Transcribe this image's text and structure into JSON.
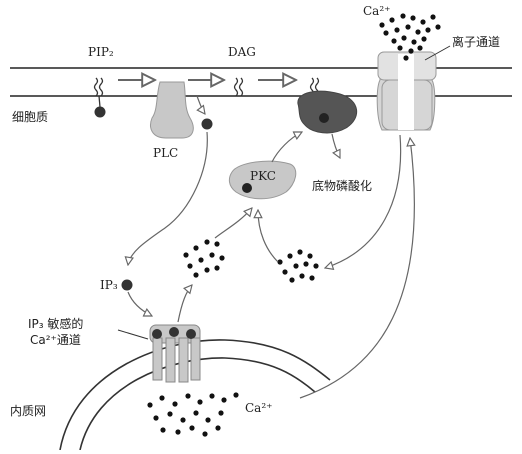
{
  "labels": {
    "pip2": "PIP₂",
    "dag": "DAG",
    "ca_top": "Ca²⁺",
    "ion_channel": "离子通道",
    "cytoplasm": "细胞质",
    "plc": "PLC",
    "pkc": "PKC",
    "substrate_phosphorylation": "底物磷酸化",
    "ip3": "IP₃",
    "ip3_receptor_line1": "IP₃ 敏感的",
    "ip3_receptor_line2": "Ca²⁺通道",
    "er": "内质网",
    "ca_er": "Ca²⁺"
  },
  "colors": {
    "membrane": "#222222",
    "protein_fill": "#c8c8c8",
    "dark_molecule": "#555555",
    "dot": "#111111",
    "arrow": "#666666"
  }
}
